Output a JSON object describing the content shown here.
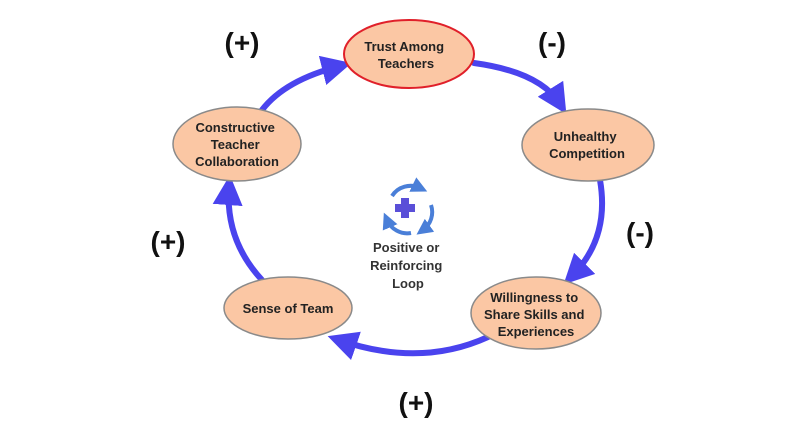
{
  "colors": {
    "arrow": "#4a43ee",
    "node_fill": "#fbc7a4",
    "node_stroke": "#8a8a8a",
    "highlight_stroke": "#e0202a",
    "loop_icon_blue": "#4a7fd8",
    "loop_icon_plus": "#5a4fd8"
  },
  "nodes": [
    {
      "id": "trust",
      "lines": [
        "Trust Among",
        "Teachers"
      ],
      "highlighted": true
    },
    {
      "id": "unhealthy",
      "lines": [
        "Unhealthy",
        "Competition"
      ],
      "highlighted": false
    },
    {
      "id": "willingness",
      "lines": [
        "Willingness to",
        "Share Skills and",
        "Experiences"
      ],
      "highlighted": false
    },
    {
      "id": "sense",
      "lines": [
        "Sense of Team"
      ],
      "highlighted": false
    },
    {
      "id": "collab",
      "lines": [
        "Constructive",
        "Teacher",
        "Collaboration"
      ],
      "highlighted": false
    }
  ],
  "polarities": [
    {
      "id": "collab-to-trust",
      "label": "(+)"
    },
    {
      "id": "trust-to-unhealthy",
      "label": "(-)"
    },
    {
      "id": "unhealthy-to-willingness",
      "label": "(-)"
    },
    {
      "id": "willingness-to-sense",
      "label": "(+)"
    },
    {
      "id": "sense-to-collab",
      "label": "(+)"
    }
  ],
  "loop_type": {
    "icon": "reinforcing-loop-icon",
    "lines": [
      "Positive or",
      "Reinforcing",
      "Loop"
    ]
  }
}
